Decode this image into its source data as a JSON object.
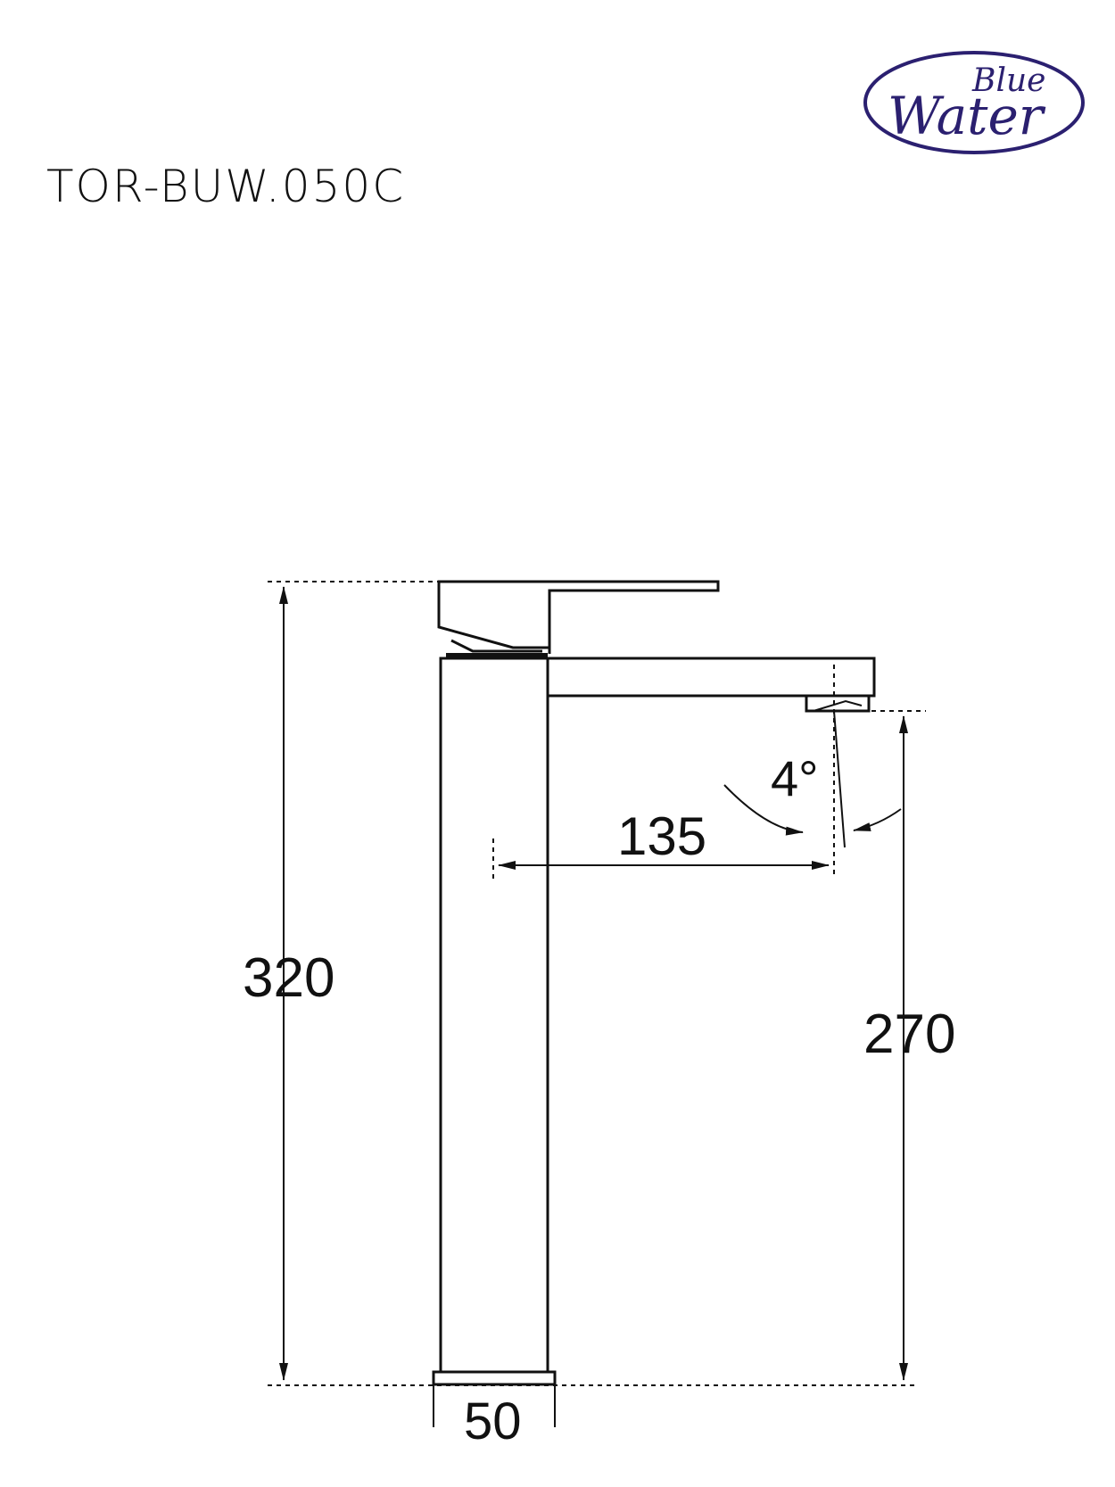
{
  "model_code": "TOR-BUW.050C",
  "logo": {
    "word1": "Blue",
    "word2": "Water",
    "color": "#2b2070"
  },
  "dimensions": {
    "total_height": "320",
    "spout_height": "270",
    "spout_reach": "135",
    "base_width": "50",
    "spout_angle": "4°"
  }
}
